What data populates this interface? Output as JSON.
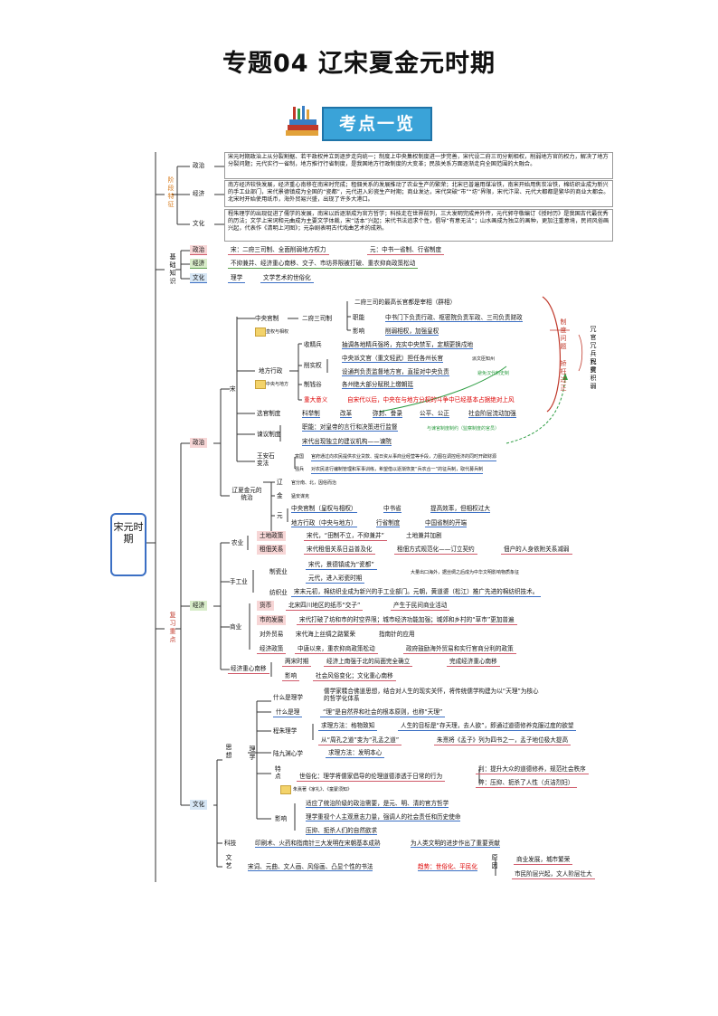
{
  "title": "专题04 辽宋夏金元时期",
  "badge": "考点一览",
  "root": "宋元时期",
  "sec1": {
    "label": "阶段特征",
    "politics_tag": "政治",
    "politics_text": "宋元时期政治上从分裂割据、若干政权并立到逐步走向统一；制度上中央集权制度进一步完善，宋代设二府三司分割相权，削弱地方官的权力，解决了地方分裂问题；元代实行一省制，地方推行行省制度，是我国地方行政制度的大变革；民族关系方面逐渐走向全国范围的大融合。",
    "economy_tag": "经济",
    "economy_text": "南方经济较快发展，经济重心南移在南宋时完成；租佃关系的发展推动了农业生产的繁荣；北宋已普遍用煤冶铁，南宋开始用焦炭冶铁，棉纺织业成为新兴的手工业部门，宋代景德镇成为全国的“瓷都”，元代进入彩瓷生产时期；商业发达，宋代突破“市”“坊”界限，宋代汴梁、元代大都都是繁华的商业大都会。北宋时开始使用纸币，海外贸易兴盛，出现了许多大港口。",
    "culture_tag": "文化",
    "culture_text": "程朱理学的出现促进了儒学的发展，南宋以后逐渐成为官方哲学；科技走在世界前列，三大发明完成并外传，元代郭守敬编订《授时历》是我国古代最优秀的历法；文学上宋词和元曲成为主要文学体裁，宋“话本”兴起；宋代书法追求个性，倡导“有意无法”；山水画成为独立的画种，更加注重意境，民间风俗画兴起，代表作《清明上河图》；元杂剧表明古代戏曲艺术的成熟。"
  },
  "sec2": {
    "label": "基础知识",
    "rows": [
      {
        "tag": "政治",
        "a": "宋：二府三司制、全面削弱地方权力",
        "b": "元：中书一省制、行省制度"
      },
      {
        "tag": "经济",
        "a": "不抑兼并、经济重心南移、交子、市坊界限被打破、重农抑商政策松动",
        "b": ""
      },
      {
        "tag": "文化",
        "a": "理学",
        "b": "文学艺术的世俗化"
      }
    ]
  },
  "sec3": {
    "label": "复习重点",
    "politics": "政治",
    "song": "宋",
    "central": "中央官制",
    "erfu": "二府三司制",
    "top_official": "二府三司的最高长官都是宰相（群相）",
    "zhiquan": "职能",
    "zhiquan_text": "中书门下负责行政、枢密院负责军政、三司负责财政",
    "yingxiang": "影响",
    "yingxiang_text": "削弱相权，加强皇权",
    "sticky1": "皇权与相权",
    "difang": "地方行政",
    "shoujingbing": "收精兵",
    "shoujingbing_text": "抽调各地精兵强将，充实中央禁军，定期更换戍地",
    "xuanshiquan": "削实权",
    "xsq1": "中央派文官（重文轻武）担任各州长官",
    "xsq1b": "派文臣知州",
    "xsq2": "设通判负责监督地方官，直接对中央负责",
    "xsq2b": "避免汉代刺史制",
    "sticky2": "中央与地方",
    "zhiqiangu": "制钱谷",
    "zhiqiangu_text": "各州绝大部分赋税上缴朝廷",
    "zhongda": "重大意义",
    "zhongda_text": "自宋代以后，中央在与地方分权的斗争中已经基本占据绝对上风",
    "xuanguan": "选官制度",
    "xg1": "科举制",
    "xg2": "改革",
    "xg3": "弥封、誊录",
    "xg4": "公平、公正",
    "xg5": "社会阶层流动加强",
    "jianyi": "谏议制度",
    "jy1": "职能：对皇帝的言行和决策进行监督",
    "jy1b": "与谏官制度制约（监察制度的官员）",
    "jy2": "宋代出现独立的建议机构——谏院",
    "wang": "王安石变法",
    "wang1a": "富国",
    "wang1": "官府通过向农民提供农业贷款、提日资从事商业经营等手段，力图在调控经济的同时开辟财源",
    "wang2a": "强兵",
    "wang2": "对农民进行编制管理和军事训练，希望借以逐渐恢复“兵农合一”的征兵制，取代募兵制",
    "liao": "辽夏金元的统治",
    "liao1a": "辽",
    "liao1": "官分南、北，因俗而治",
    "liao2a": "金",
    "liao2": "猛安谋克",
    "yuan": "元",
    "yuan1a": "中央官制（皇权与相权）",
    "yuan1b": "中书省",
    "yuan1c": "提高效率，但相权过大",
    "yuan2a": "地方行政（中央与地方）",
    "yuan2b": "行省制度",
    "yuan2c": "中国省制的开端",
    "right_note1": "制度问题",
    "right_note2": "矫枉过正",
    "right_r1": "冗官冗兵冗费",
    "right_r2": "积贫积弱",
    "economy": "经济",
    "agri": "农业",
    "ag1a": "土地政策",
    "ag1b": "宋代，“田制不立，不抑兼并”",
    "ag1c": "土地兼并加剧",
    "ag2a": "租佃关系",
    "ag2b": "宋代租佃关系日益普及化",
    "ag2c": "租佃方式规范化——订立契约",
    "ag2d": "佃户的人身依附关系减弱",
    "shougong": "手工业",
    "ciqi": "制瓷业",
    "ciqi1": "宋代，景德镇成为“瓷都”",
    "ciqi2": "元代，进入彩瓷时期",
    "ciqi_note": "大量出口海外，据丝绸之后成为中华文明影响物质象征",
    "fangzhi": "纺织业",
    "fangzhi_text": "宋末元初，棉纺织业成为新兴的手工业部门。元朝，黄道婆（松江）推广先进的棉纺织技术。",
    "shangye": "商业",
    "sy1a": "货币",
    "sy1b": "北宋四川地区的纸币“交子”",
    "sy1c": "产生于民间商业活动",
    "sy2a": "市的发展",
    "sy2b": "宋代打破了坊和市的时空界限；城市经济功能加强；城郊和乡村的“草市”更加普遍",
    "sy3a": "对外贸易",
    "sy3b": "宋代海上丝绸之路繁荣",
    "sy3c": "指南针的应用",
    "sy4a": "经济政策",
    "sy4b": "中唐以来，重农抑商政策松动",
    "sy4c": "政府鼓励海外贸易和实行官商分利的政策",
    "zhongxin": "经济重心南移",
    "zx1a": "两宋时期",
    "zx1b": "经济上南强于北的局面完全确立",
    "zx1c": "完成经济重心南移",
    "zx2a": "影响",
    "zx2b": "社会风俗变化；文化重心南移",
    "culture": "文化",
    "sixiang": "思想",
    "lixue": "理学",
    "lx0a": "什么是理学",
    "lx0": "儒学家糅合佛道思想，结合对人生的现实关怀，将传统儒学构建为以“天理”为核心的哲学化体系",
    "lx1a": "什么是理",
    "lx1": "“理”是自然界和社会的根本原则，也称“天理”",
    "lx2a": "程朱理学",
    "lx2b": "求理方法：格物致知",
    "lx2c": "人生的目标是“存天理，去人欲”，即通过道德修养克服过度的欲望",
    "lx2d": "从“周孔之道”变为“孔孟之道”",
    "lx2e": "朱熹将《孟子》列为四书之一，孟子地位极大提高",
    "lx3a": "陆九渊心学",
    "lx3b": "求理方法：发明本心",
    "lx4a": "特点",
    "lx4b": "世俗化：理学将儒家倡导的伦理道德渗透于日常的行为",
    "lx4c": "利：提升大众的道德修养，规范社会秩序",
    "lx4d": "弊：压抑、扼杀了人性（贞洁烈妇）",
    "sticky3": "朱熹著《家礼》、《童蒙须知》",
    "lx5a": "影响",
    "lx5b": "适应了统治阶级的政治需要，是元、明、清的官方哲学",
    "lx5c": "理学重视个人主观意志力量，强调人的社会责任和历史使命",
    "lx5d": "压抑、扼杀人们的自然欲求",
    "keji": "科技",
    "keji1": "印刷术、火药和指南针三大发明在宋朝基本成熟",
    "keji2": "为人类文明的进步作出了重要贡献",
    "wenyi": "文艺",
    "wy1": "宋词、元曲、文人画、风俗画、凸显个性的书法",
    "wy2": "趋势：世俗化、平民化",
    "yuanyin": "原因",
    "wy3": "商业发展，城市繁荣",
    "wy4": "市民阶层兴起，文人阶层壮大"
  }
}
